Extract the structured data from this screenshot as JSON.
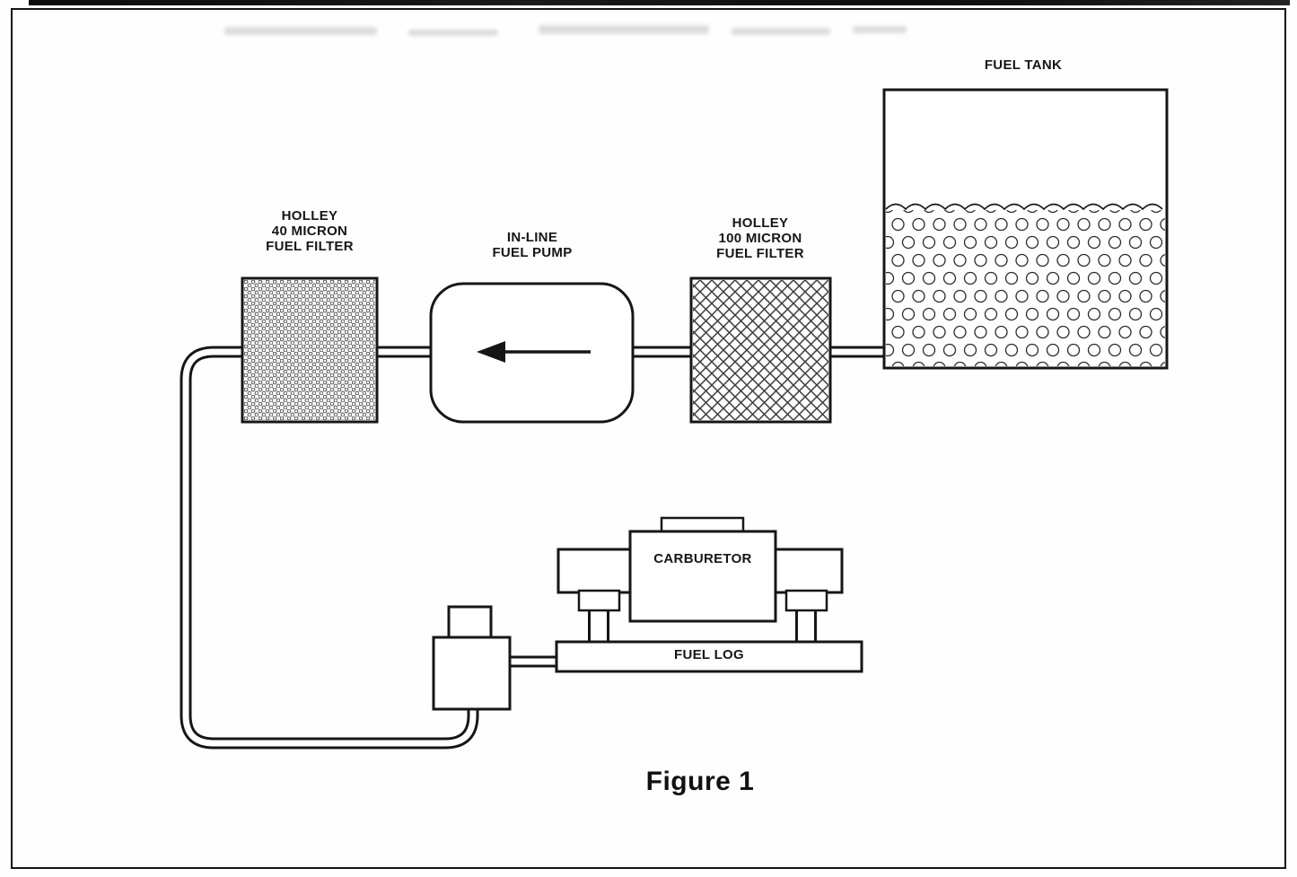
{
  "figure": {
    "caption": "Figure 1",
    "components": {
      "fuel_tank": {
        "label": "FUEL TANK"
      },
      "filter_40_micron": {
        "label_lines": [
          "HOLLEY",
          "40 MICRON",
          "FUEL FILTER"
        ]
      },
      "fuel_pump": {
        "label_lines": [
          "IN-LINE",
          "FUEL PUMP"
        ]
      },
      "filter_100_micron": {
        "label_lines": [
          "HOLLEY",
          "100 MICRON",
          "FUEL FILTER"
        ]
      },
      "carburetor": {
        "label": "CARBURETOR"
      },
      "fuel_log": {
        "label": "FUEL LOG"
      }
    },
    "colors": {
      "ink": "#161616",
      "paper": "#ffffff"
    },
    "flow_direction": "fuel flows from tank through 100 micron filter, pump (arrow points left), 40 micron filter, then down and around to fuel log feeding the carburetor"
  }
}
